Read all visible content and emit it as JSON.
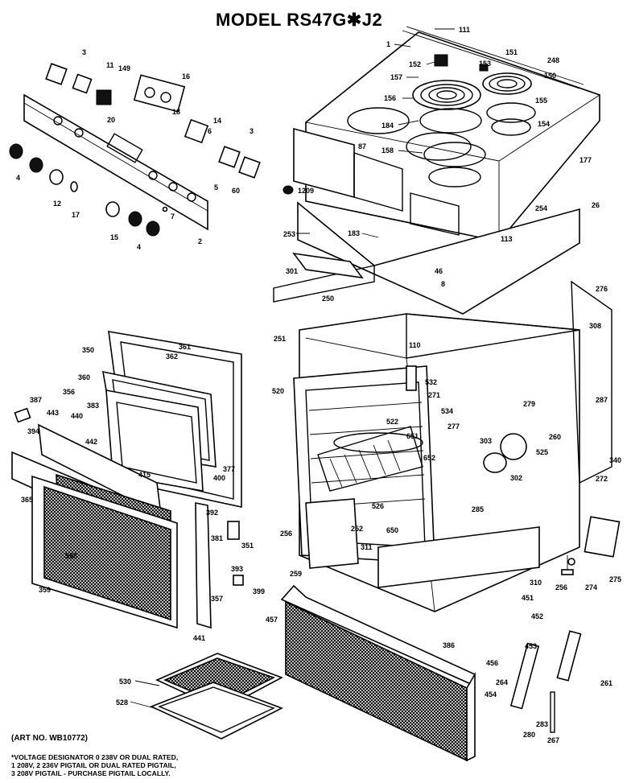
{
  "title": "MODEL RS47G✱J2",
  "art_number": "(ART NO. WB10772)",
  "notes": [
    "*VOLTAGE DESIGNATOR 0 238V OR DUAL RATED,",
    "1 208V, 2 236V PIGTAIL OR DUAL RATED PIGTAIL,",
    "3 208V PIGTAIL - PURCHASE PIGTAIL LOCALLY."
  ],
  "part_labels": [
    "111",
    "1",
    "151",
    "248",
    "152",
    "153",
    "157",
    "150",
    "156",
    "155",
    "184",
    "154",
    "158",
    "87",
    "177",
    "1209",
    "254",
    "26",
    "183",
    "253",
    "113",
    "301",
    "46",
    "8",
    "250",
    "276",
    "308",
    "251",
    "110",
    "532",
    "271",
    "520",
    "279",
    "287",
    "522",
    "534",
    "277",
    "651",
    "260",
    "303",
    "525",
    "652",
    "302",
    "340",
    "272",
    "526",
    "285",
    "650",
    "252",
    "256",
    "311",
    "259",
    "310",
    "274",
    "275",
    "451",
    "452",
    "457",
    "386",
    "453",
    "456",
    "264",
    "454",
    "261",
    "283",
    "280",
    "267",
    "3",
    "11",
    "149",
    "16",
    "20",
    "18",
    "14",
    "6",
    "4",
    "12",
    "17",
    "5",
    "60",
    "15",
    "7",
    "2",
    "350",
    "361",
    "362",
    "360",
    "387",
    "356",
    "383",
    "443",
    "440",
    "394",
    "442",
    "377",
    "400",
    "415",
    "365",
    "392",
    "381",
    "351",
    "558",
    "393",
    "359",
    "357",
    "399",
    "441",
    "530",
    "528"
  ]
}
